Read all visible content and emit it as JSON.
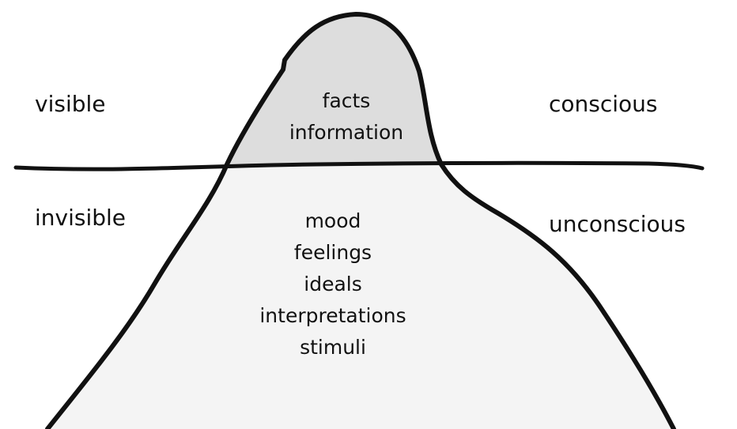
{
  "diagram": {
    "title": "Iceberg model",
    "left_labels": {
      "above": "visible",
      "below": "invisible"
    },
    "right_labels": {
      "above": "conscious",
      "below": "unconscious"
    },
    "tip_items": [
      "facts",
      "information"
    ],
    "submerged_items": [
      "mood",
      "feelings",
      "ideals",
      "interpretations",
      "stimuli"
    ],
    "colors": {
      "tip_fill": "#dddddd",
      "submerged_fill": "#f4f4f4",
      "outline": "#111111",
      "background": "#ffffff"
    }
  }
}
